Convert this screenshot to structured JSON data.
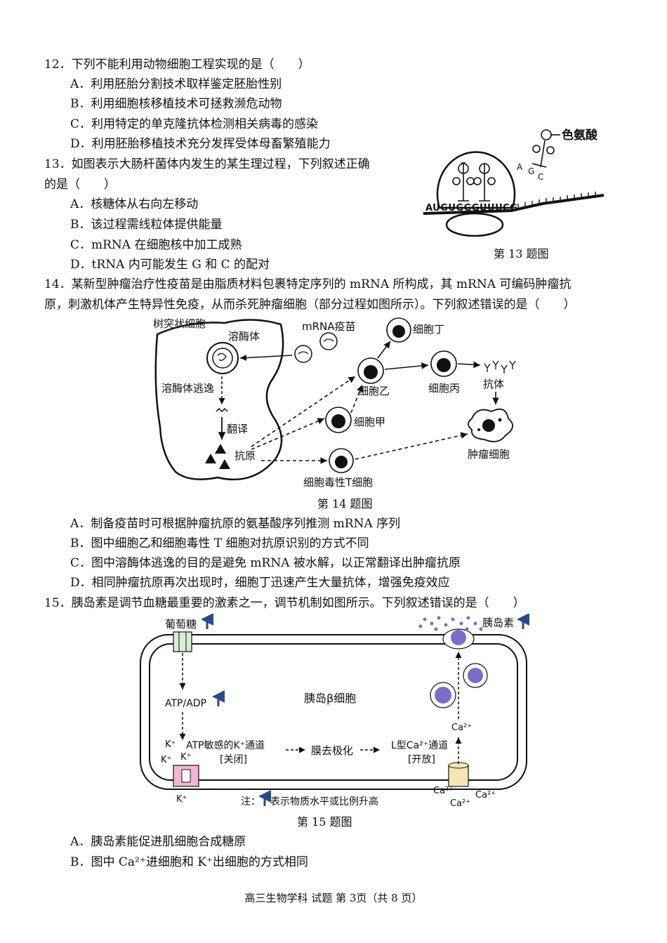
{
  "q12": {
    "stem": "12．下列不能利用动物细胞工程实现的是（　　）",
    "options": [
      "A．利用胚胎分割技术取样鉴定胚胎性别",
      "B．利用细胞核移植技术可拯救濒危动物",
      "C．利用特定的单克隆抗体检测相关病毒的感染",
      "D．利用胚胎移植技术充分发挥受体母畜繁殖能力"
    ]
  },
  "q13": {
    "stem_line1": "13．如图表示大肠杆菌体内发生的某生理过程，下列叙述正确",
    "stem_line2": "的是（　　）",
    "options": [
      "A．核糖体从右向左移动",
      "B．该过程需线粒体提供能量",
      "C．mRNA 在细胞核中加工成熟",
      "D．tRNA 内可能发生 G 和 C 的配对"
    ],
    "figure": {
      "caption": "第 13 题图",
      "amino_acid": "色氨酸",
      "mrna_seq": "AUGUGGGUUUCG",
      "anticodon_a": "A",
      "anticodon_g": "G",
      "anticodon_c": "C"
    }
  },
  "q14": {
    "stem_line1": "14．某新型肿瘤治疗性疫苗是由脂质材料包裹特定序列的 mRNA 所构成，其 mRNA 可编码肿瘤抗",
    "stem_line2": "原，刺激机体产生特异性免疫，从而杀死肿瘤细胞（部分过程如图所示）。下列叙述错误的是（　　）",
    "figure": {
      "caption": "第 14 题图",
      "dendritic_cell": "树突状细胞",
      "lysosome": "溶酶体",
      "mrna_vaccine": "mRNA疫苗",
      "lysosome_escape": "溶酶体逃逸",
      "translation": "翻译",
      "antigen": "抗原",
      "cell_jia": "细胞甲",
      "cell_yi": "细胞乙",
      "cell_bing": "细胞丙",
      "cell_ding": "细胞丁",
      "antibody": "抗体",
      "tumor_cell": "肿瘤细胞",
      "cytotoxic_t": "细胞毒性T细胞"
    },
    "options": [
      "A．制备疫苗时可根据肿瘤抗原的氨基酸序列推测 mRNA 序列",
      "B．图中细胞乙和细胞毒性 T 细胞对抗原识别的方式不同",
      "C．图中溶酶体逃逸的目的是避免 mRNA 被水解，以正常翻译出肿瘤抗原",
      "D．相同肿瘤抗原再次出现时，细胞丁迅速产生大量抗体，增强免疫效应"
    ]
  },
  "q15": {
    "stem": "15．胰岛素是调节血糖最重要的激素之一，调节机制如图所示。下列叙述错误的是（　　）",
    "figure": {
      "caption": "第 15 题图",
      "glucose": "葡萄糖",
      "insulin": "胰岛素",
      "beta_cell": "胰岛β细胞",
      "atp_adp": "ATP/ADP",
      "k_channel": "ATP敏感的K⁺通道",
      "closed": "[关闭]",
      "depolarize": "膜去极化",
      "ca_channel": "L型Ca²⁺通道",
      "open": "[开放]",
      "k_ion": "K⁺",
      "ca_ion": "Ca²⁺",
      "note": "注：",
      "note_text": "表示物质水平或比例升高"
    },
    "options": [
      "A．胰岛素能促进肌细胞合成糖原",
      "B．图中 Ca²⁺进细胞和 K⁺出细胞的方式相同"
    ]
  },
  "footer": "高三生物学科  试题  第 3页（共 8 页）"
}
